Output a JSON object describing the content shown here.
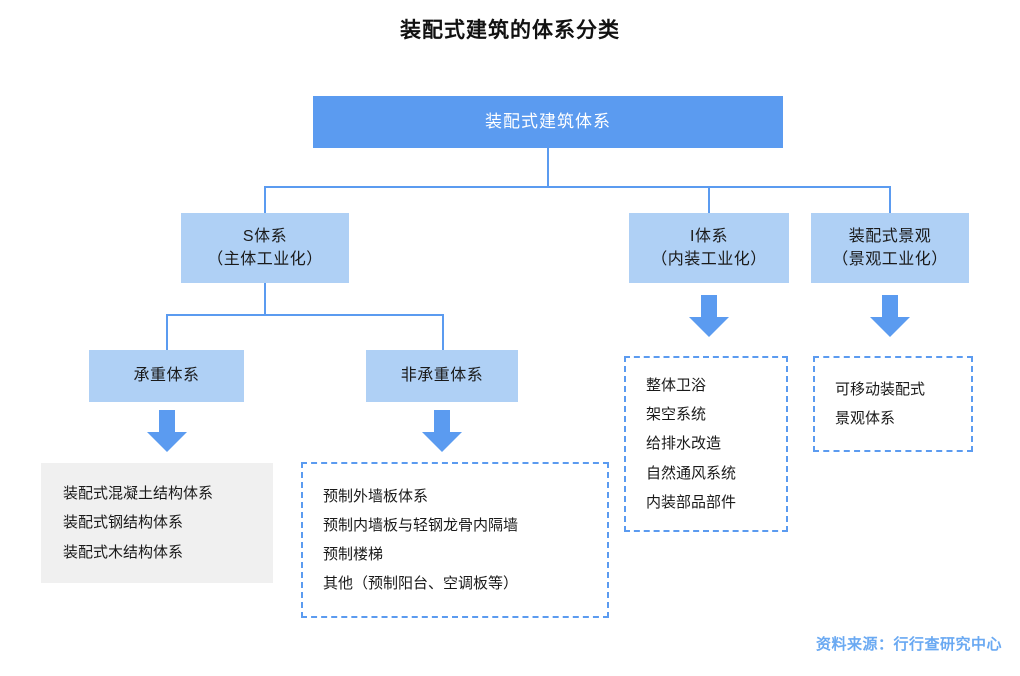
{
  "title": "装配式建筑的体系分类",
  "colors": {
    "accent": "#5B9BF0",
    "node_fill": "#AFD0F5",
    "panel_gray": "#F0F0F0",
    "source_text": "#6AA9F2",
    "text": "#1A1A1A"
  },
  "root": {
    "label": "装配式建筑体系"
  },
  "level2": [
    {
      "line1": "S体系",
      "line2": "（主体工业化）"
    },
    {
      "line1": "I体系",
      "line2": "（内装工业化）"
    },
    {
      "line1": "装配式景观",
      "line2": "（景观工业化）"
    }
  ],
  "level3": [
    {
      "label": "承重体系"
    },
    {
      "label": "非承重体系"
    }
  ],
  "panels": {
    "bearing": {
      "style": "gray",
      "items": [
        "装配式混凝土结构体系",
        "装配式钢结构体系",
        "装配式木结构体系"
      ]
    },
    "non_bearing": {
      "style": "dashed",
      "items": [
        "预制外墙板体系",
        "预制内墙板与轻钢龙骨内隔墙",
        "预制楼梯",
        "其他（预制阳台、空调板等）"
      ]
    },
    "interior": {
      "style": "dashed",
      "items": [
        "整体卫浴",
        "架空系统",
        "给排水改造",
        "自然通风系统",
        "内装部品部件"
      ]
    },
    "landscape": {
      "style": "dashed",
      "items": [
        "可移动装配式",
        "景观体系"
      ]
    }
  },
  "source": "资料来源：行行查研究中心"
}
